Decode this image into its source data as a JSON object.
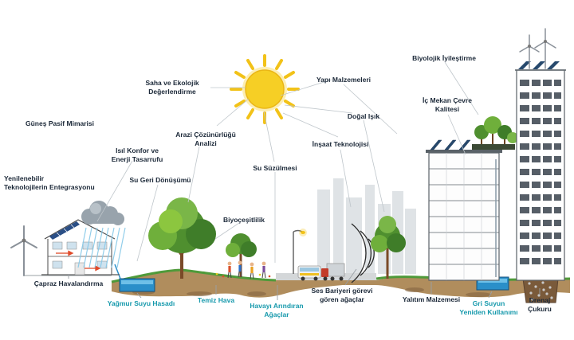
{
  "diagram": {
    "type": "sustainable-building-ecology-infographic",
    "language": "Turkish"
  },
  "colors": {
    "label_dark": "#1b2838",
    "accent_teal": "#1699ac",
    "sun_yellow": "#f6cf25",
    "foliage_green": "#4f8f2f",
    "soil_brown": "#b08d5d",
    "water_blue": "#2a8fc9",
    "solar_panel_blue": "#27496d"
  },
  "labels": {
    "gunes_pasif_mimarisi": "Güneş Pasif Mimarisi",
    "saha_ekolojik": "Saha ve Ekolojik\nDeğerlendirme",
    "yapi_malzemeleri": "Yapı Malzemeleri",
    "biyolojik_iyilestirme": "Biyolojik İyileştirme",
    "ic_mekan_cevre_kalitesi": "İç Mekan Çevre\nKalitesi",
    "dogal_isik": "Doğal Işık",
    "arazi_cozunurlugu": "Arazi Çözünürlüğü\nAnalizi",
    "isil_konfor": "Isıl Konfor ve\nEnerji Tasarrufu",
    "insaat_teknolojisi": "İnşaat Teknolojisi",
    "su_geri_donusumu": "Su Geri Dönüşümü",
    "su_suzulmesi": "Su Süzülmesi",
    "yenilenebilir_entegrasyon": "Yenilenebilir\nTeknolojilerin Entegrasyonu",
    "biyocesitlilik": "Biyoçeşitlilik",
    "capraz_havalandirma": "Çapraz Havalandırma",
    "yagmur_suyu_hasadi": "Yağmur Suyu Hasadı",
    "temiz_hava": "Temiz Hava",
    "havayi_arindiran_agaclar": "Havayı Arındıran\nAğaçlar",
    "ses_bariyeri": "Ses Bariyeri görevi\ngören ağaçlar",
    "yalitim_malzemesi": "Yalıtım Malzemesi",
    "gri_suyun_kullanimi": "Gri Suyun\nYeniden Kullanımı",
    "drenaj_cukuru": "Drenaj Çukuru"
  }
}
